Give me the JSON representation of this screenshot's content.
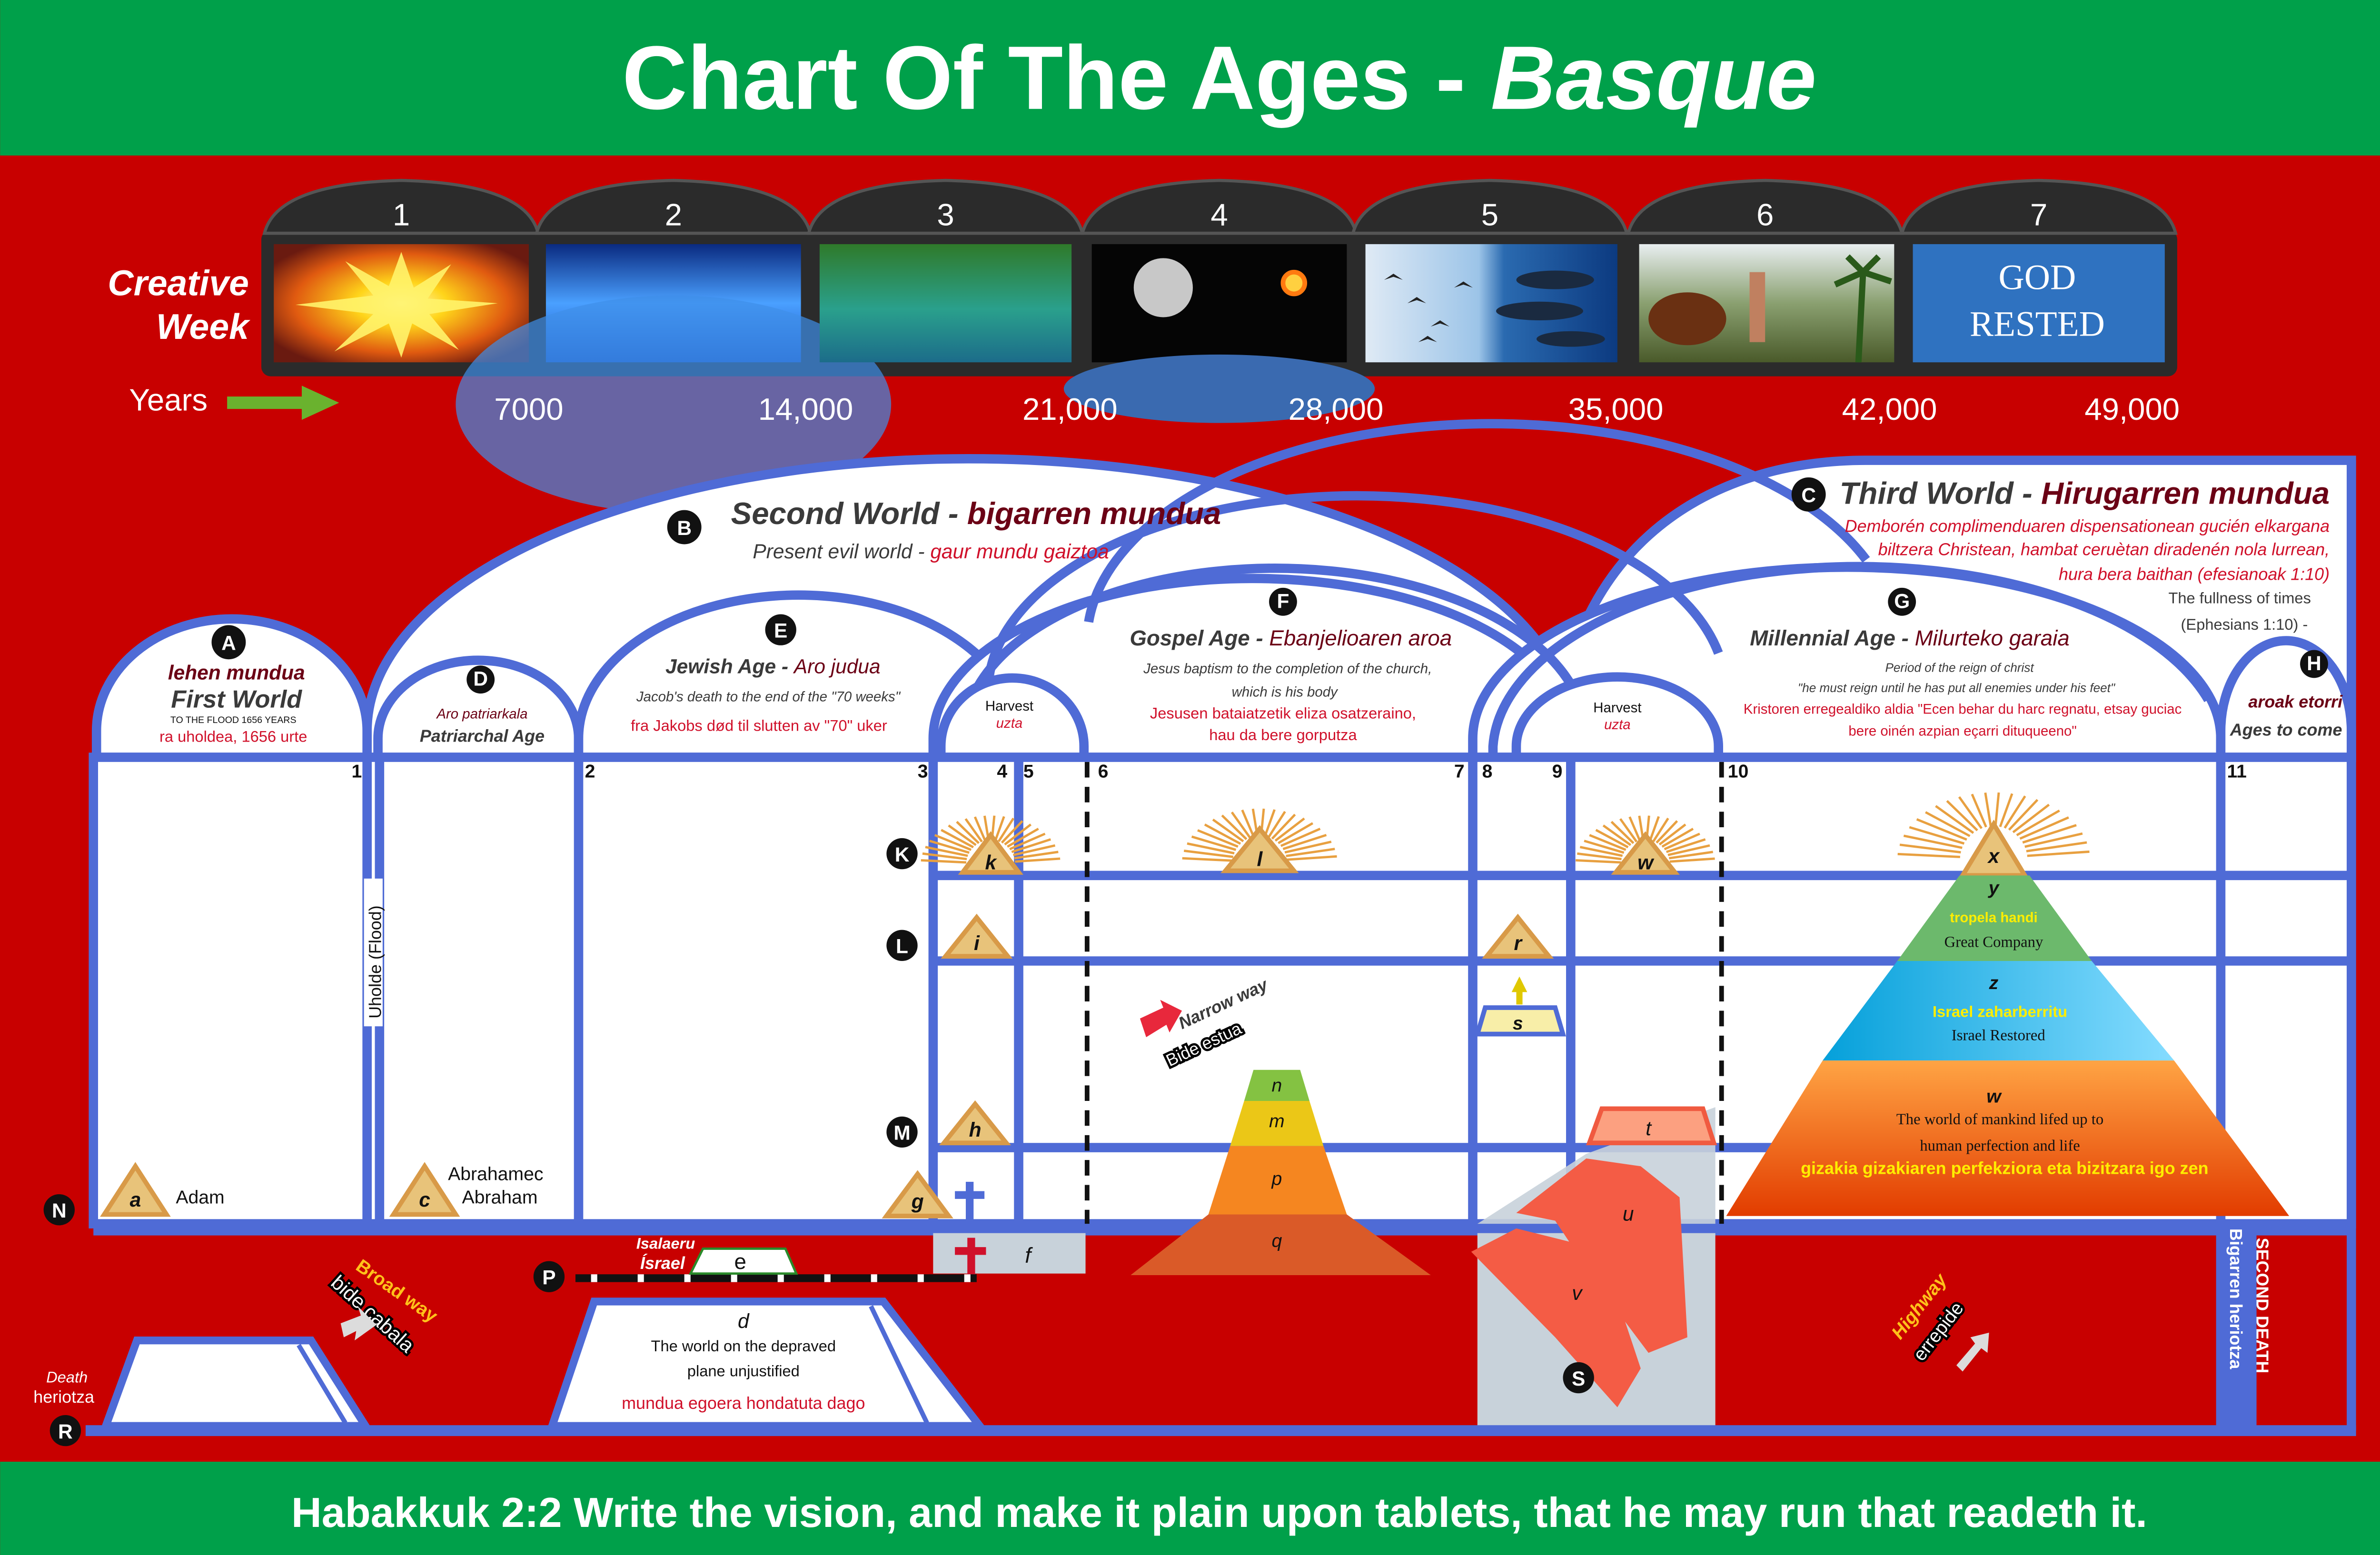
{
  "title": {
    "main": "Chart Of The Ages - ",
    "accent": "Basque"
  },
  "creative_week": {
    "label_line1": "Creative",
    "label_line2": "Week",
    "days": [
      "1",
      "2",
      "3",
      "4",
      "5",
      "6",
      "7"
    ],
    "day7_line1": "GOD",
    "day7_line2": "RESTED"
  },
  "years": {
    "label": "Years",
    "values": [
      "7000",
      "14,000",
      "21,000",
      "28,000",
      "35,000",
      "42,000",
      "49,000"
    ]
  },
  "first_world": {
    "letter": "A",
    "basque": "lehen mundua",
    "english": "First World",
    "note": "TO THE FLOOD 1656 YEARS",
    "basque_note": "ra uholdea, 1656 urte"
  },
  "second_world": {
    "letter": "B",
    "english": "Second World - ",
    "basque": "bigarren mundua",
    "sub_english": "Present evil world - ",
    "sub_basque": "gaur mundu gaiztoa"
  },
  "third_world": {
    "letter": "C",
    "english": "Third World - ",
    "basque": "Hirugarren mundua",
    "lines": [
      "Demborén complimenduaren dispensationean gucién elkargana",
      "biltzera Christean, hambat ceruètan diradenén nola lurrean,",
      "hura bera baithan (efesianoak 1:10)"
    ],
    "fullness": "The fullness of times",
    "reference": "(Ephesians 1:10) -"
  },
  "patriarchal_age": {
    "letter": "D",
    "basque": "Aro patriarkala",
    "english": "Patriarchal Age"
  },
  "jewish_age": {
    "letter": "E",
    "english": "Jewish Age - ",
    "basque": "Aro judua",
    "desc": "Jacob's death to the end of the \"70 weeks\"",
    "desc_other": "fra Jakobs død til slutten av \"70\" uker"
  },
  "gospel_age": {
    "letter": "F",
    "english": "Gospel  Age - ",
    "basque": "Ebanjelioaren aroa",
    "desc1": "Jesus baptism to the completion of the church,",
    "desc2": "which is his body",
    "basque1": "Jesusen bataiatzetik eliza osatzeraino,",
    "basque2": "hau da bere gorputza"
  },
  "millennial_age": {
    "letter": "G",
    "english": "Millennial Age - ",
    "basque": "Milurteko garaia",
    "desc1": "Period of the reign of christ",
    "desc2": "\"he must reign until he has put all enemies under his feet\"",
    "basque1": "Kristoren erregealdiko aldia \"Ecen behar du harc regnatu, etsay guciac",
    "basque2": "bere oinén azpian eçarri dituqueeno\""
  },
  "ages_to_come": {
    "letter": "H",
    "basque": "aroak etorri",
    "english": "Ages to come"
  },
  "harvest": {
    "english": "Harvest",
    "basque": "uzta"
  },
  "flood": "Uholde (Flood)",
  "period_numbers": [
    "1",
    "2",
    "3",
    "4",
    "5",
    "6",
    "7",
    "8",
    "9",
    "10",
    "11"
  ],
  "plane_letters": [
    "K",
    "L",
    "M",
    "N",
    "P",
    "R",
    "S"
  ],
  "markers": {
    "a": "a",
    "c": "c",
    "g": "g",
    "h": "h",
    "i": "i",
    "k": "k",
    "l": "l",
    "w_top": "w",
    "r": "r",
    "s": "s",
    "t": "t",
    "u": "u",
    "v": "v",
    "x": "x",
    "f": "f",
    "e": "e"
  },
  "people": {
    "adam": "Adam",
    "abraham_basque": "Abrahamec",
    "abraham": "Abraham"
  },
  "israel": {
    "basque": "Isalaeru",
    "name": "Ísrael"
  },
  "depraved": {
    "letter": "d",
    "line1": "The world on the depraved",
    "line2": "plane unjustified",
    "basque": "mundua egoera hondatuta dago"
  },
  "death": {
    "english": "Death",
    "basque": "heriotza"
  },
  "second_death": {
    "english": "SECOND DEATH",
    "basque": "Bigarren heriotza"
  },
  "ways": {
    "narrow_english": "Narrow way",
    "narrow_basque": "Bide estua",
    "broad_english": "Broad way",
    "broad_basque": "bide çabala",
    "high_english": "Highway",
    "high_basque": "errepide"
  },
  "gospel_pyramid": [
    "n",
    "m",
    "p",
    "q"
  ],
  "millennial_pyramid": {
    "y": {
      "letter": "y",
      "basque": "tropela handi",
      "english": "Great Company"
    },
    "z": {
      "letter": "z",
      "basque": "Israel zaharberritu",
      "english": "Israel Restored"
    },
    "w": {
      "letter": "w",
      "line1": "The world of mankind lifed up to",
      "line2": "human perfection and life",
      "basque": "gizakia gizakiaren perfekziora eta bizitzara igo zen"
    }
  },
  "footer": "Habakkuk 2:2 Write the vision, and make it plain upon tablets, that he may run that readeth it.",
  "colors": {
    "header_green": "#00a04a",
    "background_red": "#c80000",
    "line_blue": "#4f6bd6"
  }
}
